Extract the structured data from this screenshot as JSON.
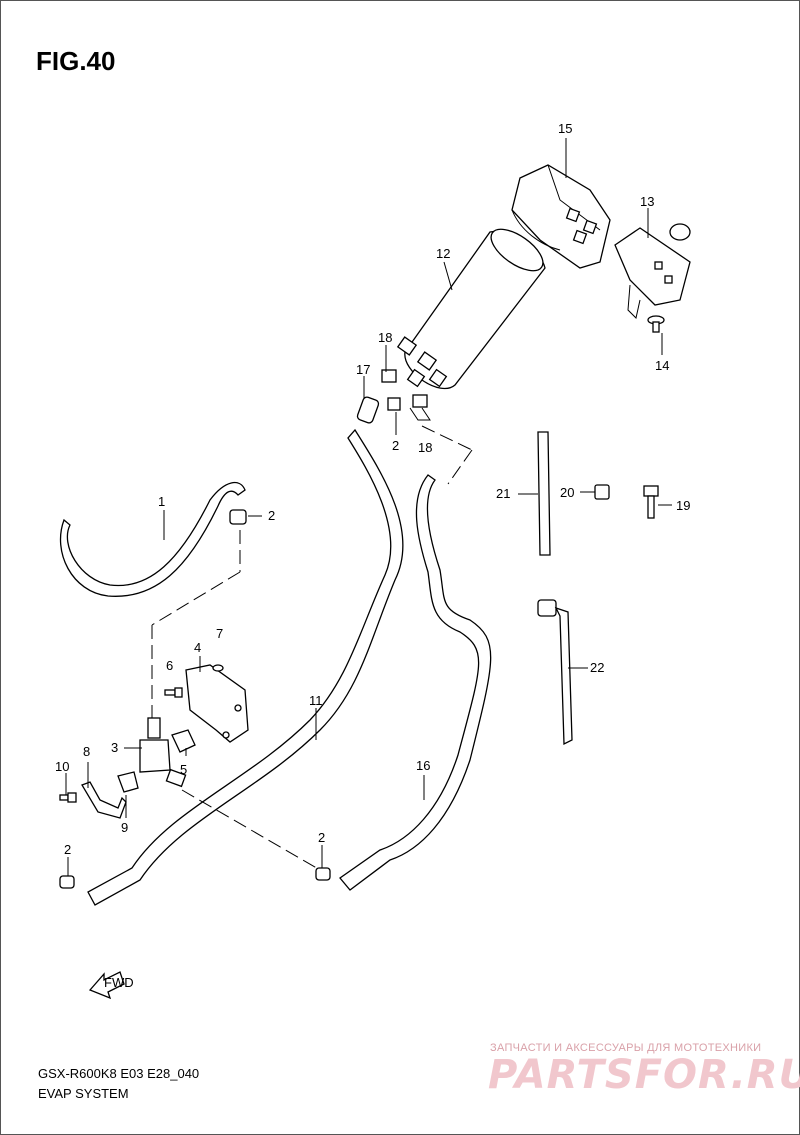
{
  "figure": {
    "title": "FIG.40"
  },
  "footer": {
    "model_code": "GSX-R600K8 E03 E28_040",
    "system_name": "EVAP SYSTEM"
  },
  "watermark": {
    "tagline": "ЗАПЧАСТИ И АКСЕССУАРЫ ДЛЯ МОТОТЕХНИКИ",
    "brand": "PARTSFOR.RU"
  },
  "direction_arrow": {
    "label": "FWD"
  },
  "callouts": {
    "c1": "1",
    "c2a": "2",
    "c2b": "2",
    "c2c": "2",
    "c2d": "2",
    "c3": "3",
    "c4": "4",
    "c5": "5",
    "c6": "6",
    "c7": "7",
    "c8": "8",
    "c9": "9",
    "c10": "10",
    "c11": "11",
    "c12": "12",
    "c13": "13",
    "c14": "14",
    "c15": "15",
    "c16": "16",
    "c17": "17",
    "c18a": "18",
    "c18b": "18",
    "c19": "19",
    "c20": "20",
    "c21": "21",
    "c22": "22"
  }
}
